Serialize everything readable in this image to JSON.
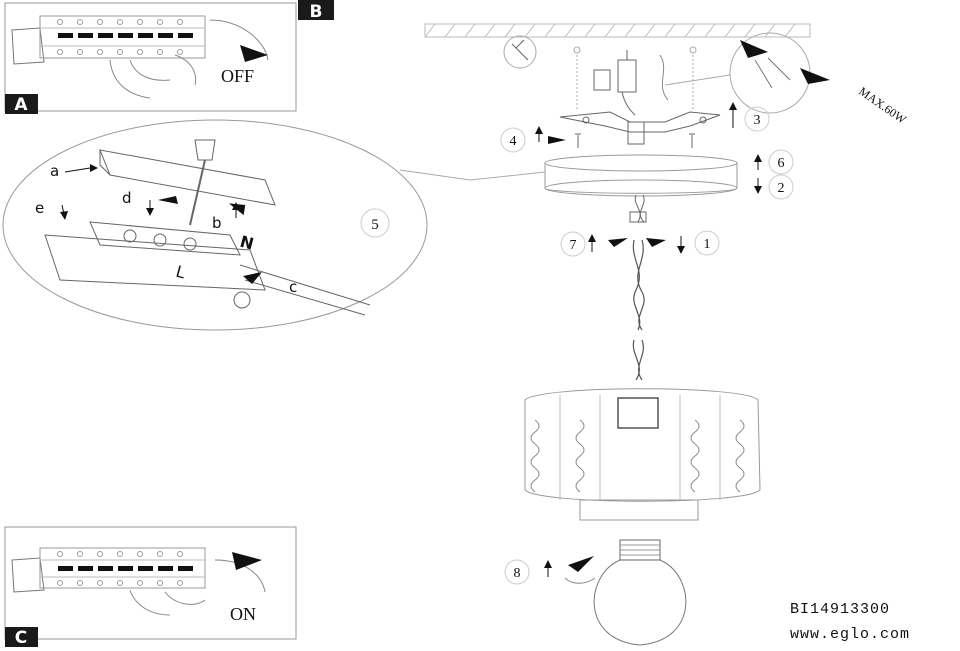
{
  "panels": {
    "A": {
      "tag": "A",
      "state_label": "OFF"
    },
    "B": {
      "tag": "B"
    },
    "C": {
      "tag": "C",
      "state_label": "ON"
    }
  },
  "detail": {
    "step": "5",
    "labels": {
      "a": "a",
      "b": "b",
      "c": "c",
      "d": "d",
      "e": "e"
    },
    "wire_marks": {
      "n": "N",
      "l": "L"
    }
  },
  "steps": [
    "1",
    "2",
    "3",
    "4",
    "6",
    "7",
    "8"
  ],
  "max_wattage": "MAX.60W",
  "product_code": "BI14913300",
  "website": "www.eglo.com"
}
